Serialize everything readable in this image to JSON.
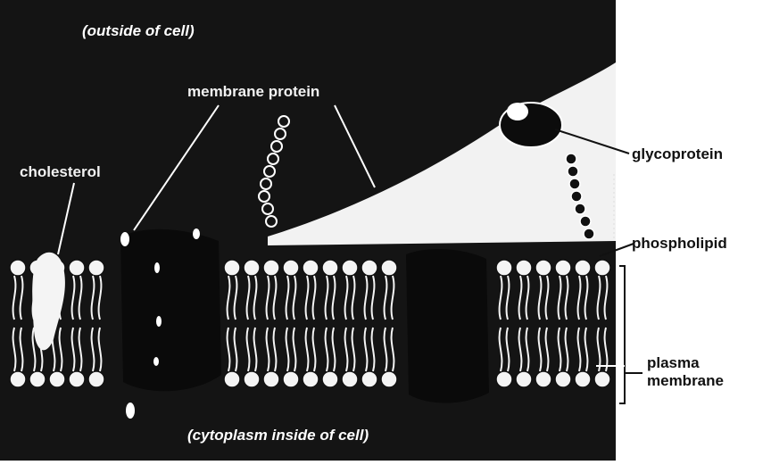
{
  "diagram": {
    "outside_label": "(outside of cell)",
    "inside_label": "(cytoplasm inside of cell)",
    "labels": {
      "membrane_protein": "membrane protein",
      "cholesterol": "cholesterol",
      "glycoprotein": "glycoprotein",
      "phospholipid": "phospholipid",
      "plasma_line1": "plasma",
      "plasma_line2": "membrane"
    },
    "colors": {
      "background": "#141414",
      "membrane_light": "#f4f4f4",
      "text_dark": "#111111",
      "text_light": "#ffffff"
    }
  }
}
